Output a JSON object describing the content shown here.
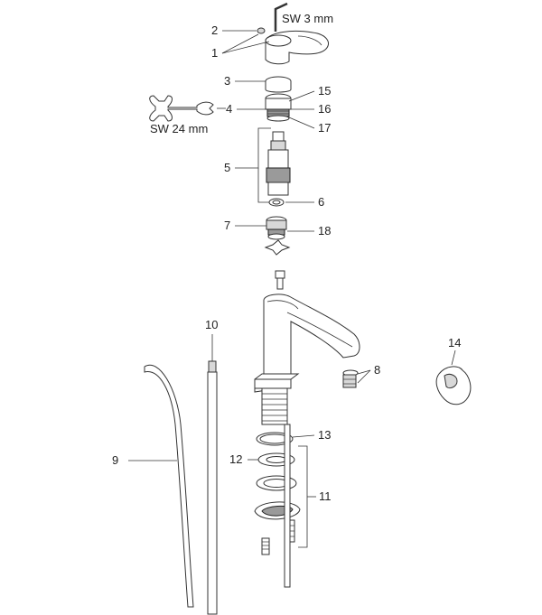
{
  "tools": {
    "hex_key": "SW 3 mm",
    "wrench": "SW 24 mm"
  },
  "callouts": {
    "c1": "1",
    "c2": "2",
    "c3": "3",
    "c4": "4",
    "c5": "5",
    "c6": "6",
    "c7": "7",
    "c8": "8",
    "c9": "9",
    "c10": "10",
    "c11": "11",
    "c12": "12",
    "c13": "13",
    "c14": "14",
    "c15": "15",
    "c16": "16",
    "c17": "17",
    "c18": "18"
  },
  "colors": {
    "line": "#333333",
    "fill_light": "#d8d8d8",
    "fill_dark": "#9a9a9a"
  }
}
